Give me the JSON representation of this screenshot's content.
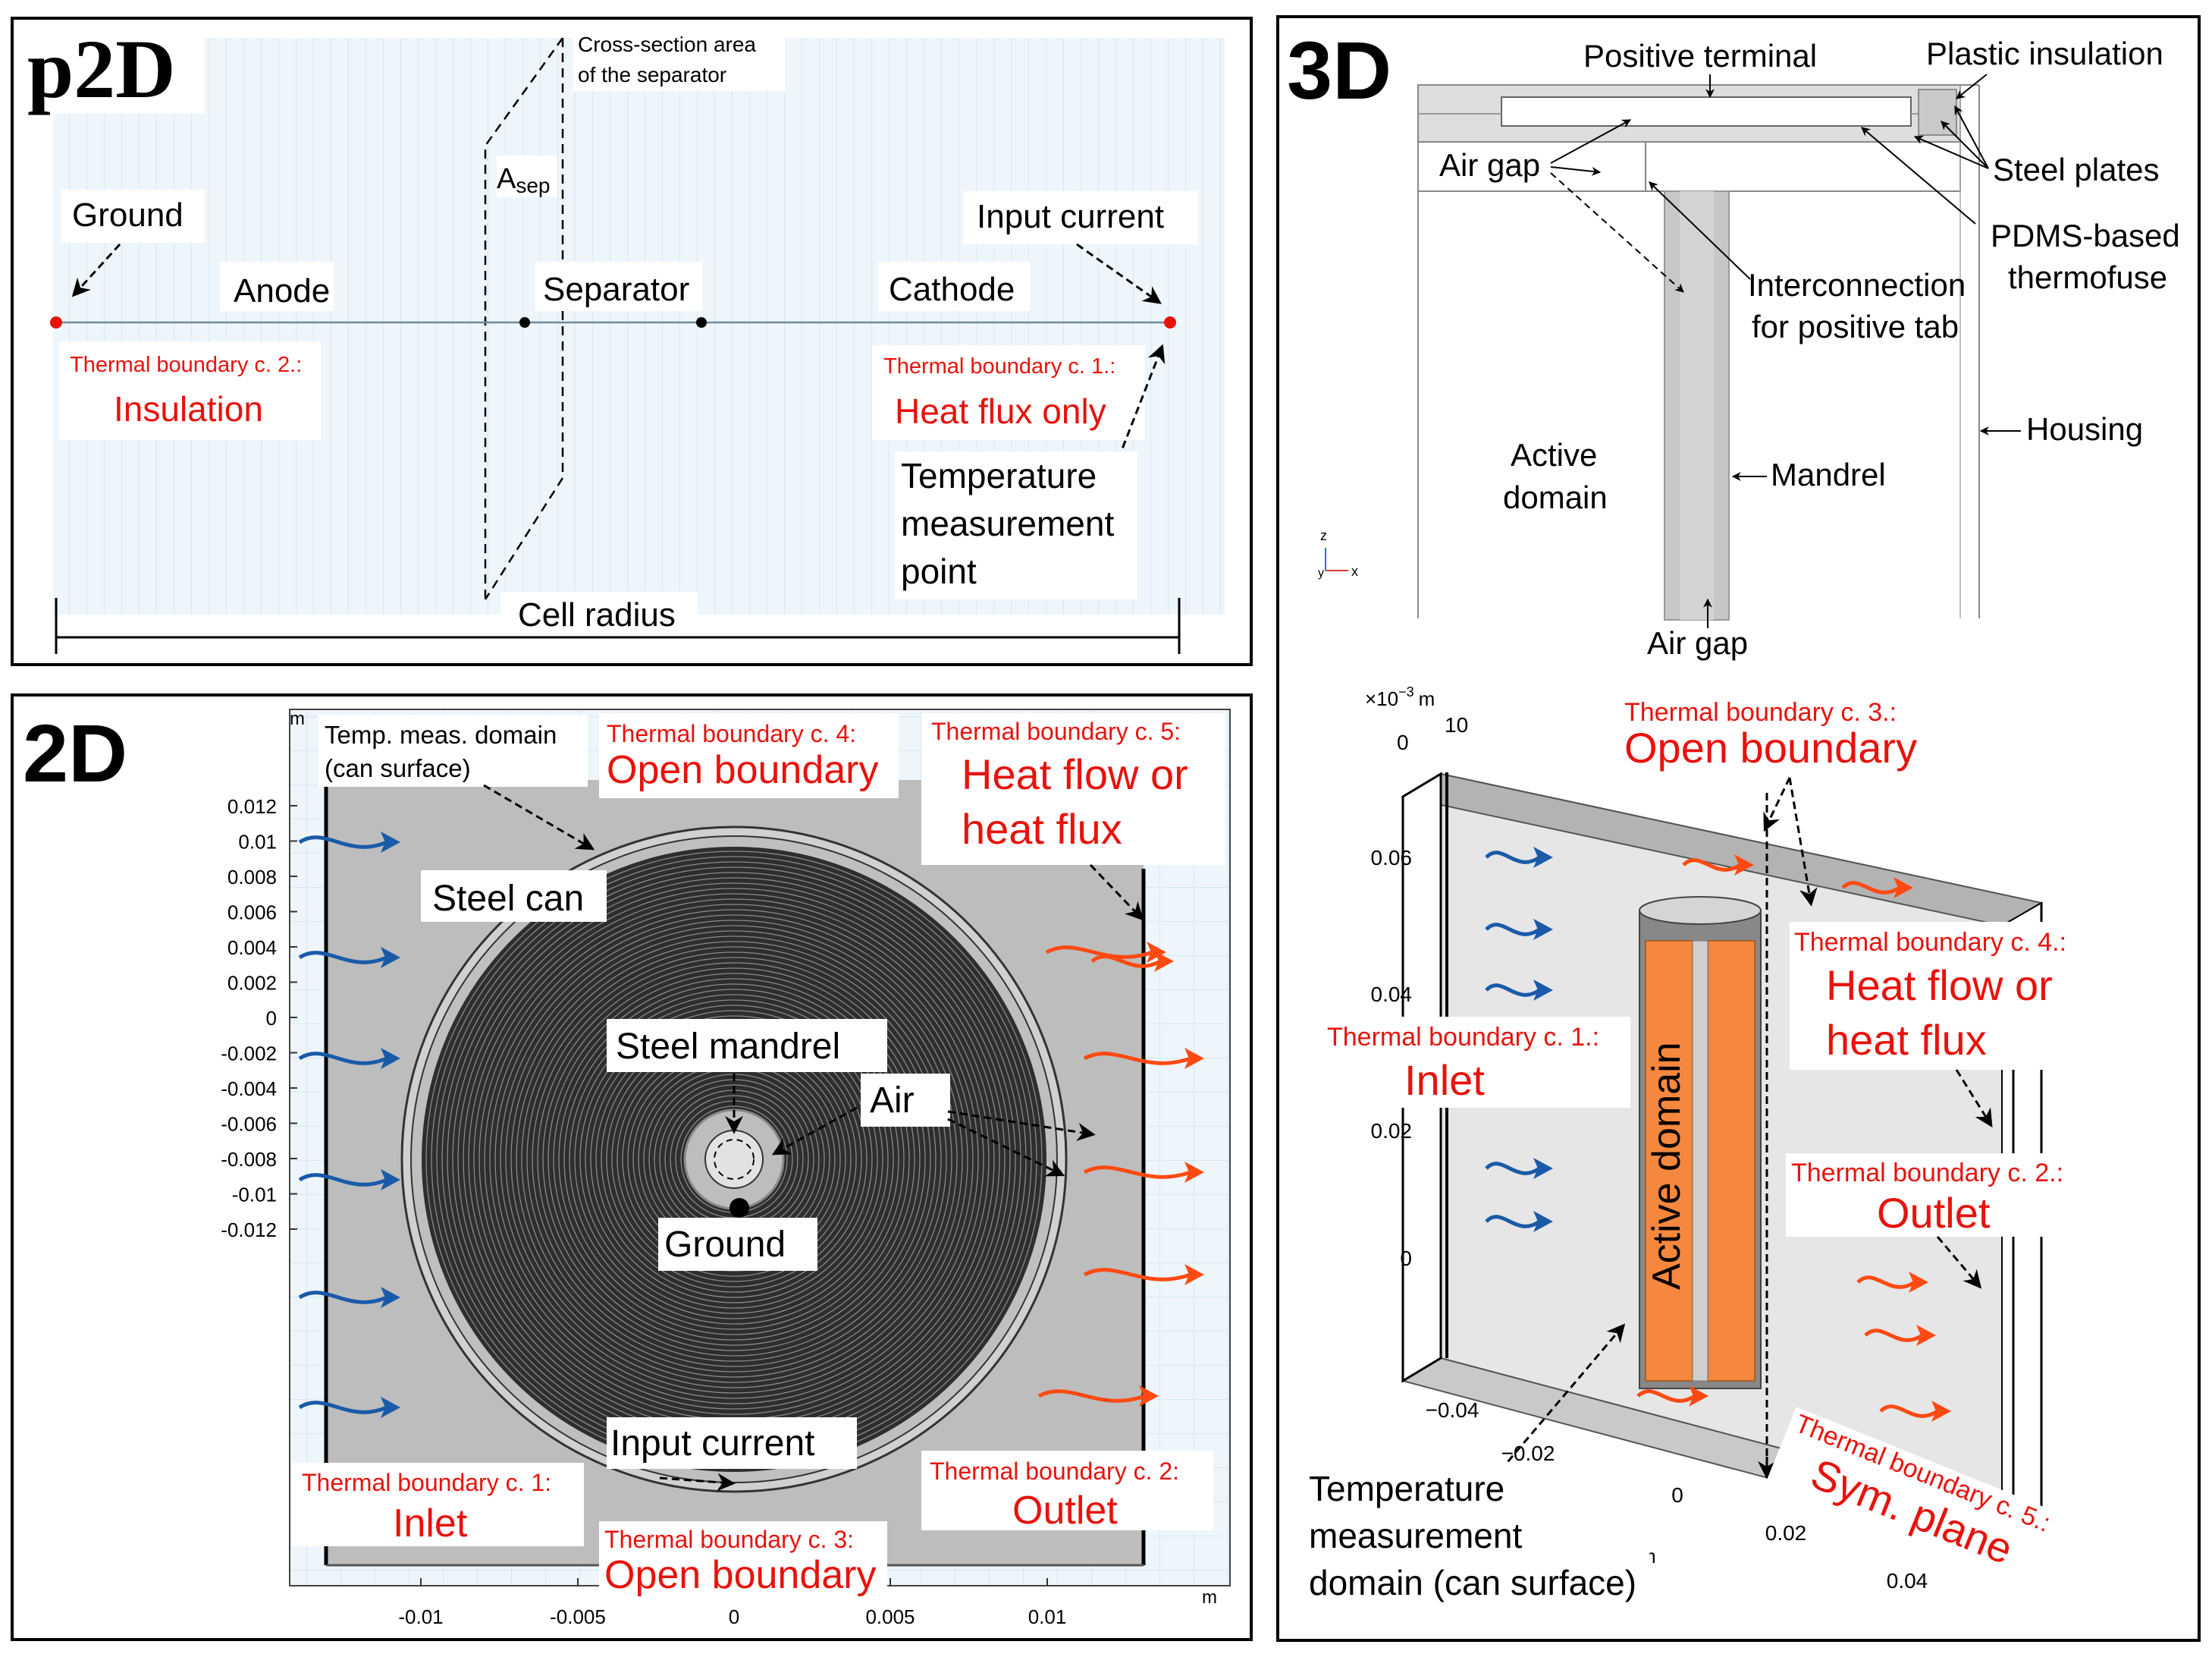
{
  "colors": {
    "red": "#e8120c",
    "blue": "#1a5aa8",
    "orange_arrow": "#ff4a12",
    "grid_bg": "#eef6fb",
    "gray_fill": "#bdbdbd",
    "active_orange": "#f5883e"
  },
  "p2d": {
    "panel_label": "p2D",
    "ground": "Ground",
    "input_current": "Input current",
    "anode": "Anode",
    "separator": "Separator",
    "cathode": "Cathode",
    "cross_section_line1": "Cross-section area",
    "cross_section_line2": "of the separator",
    "asep_main": "A",
    "asep_sub": "sep",
    "tb2_title": "Thermal boundary c. 2.:",
    "tb2_value": "Insulation",
    "tb1_title": "Thermal boundary c. 1.:",
    "tb1_value": "Heat flux only",
    "temp_meas_line1": "Temperature",
    "temp_meas_line2": "measurement",
    "temp_meas_line3": "point",
    "cell_radius": "Cell radius"
  },
  "d2": {
    "panel_label": "2D",
    "unit_m_top": "m",
    "unit_m_right": "m",
    "y_ticks": [
      "0.012",
      "0.01",
      "0.008",
      "0.006",
      "0.004",
      "0.002",
      "0",
      "-0.002",
      "-0.004",
      "-0.006",
      "-0.008",
      "-0.01",
      "-0.012"
    ],
    "x_ticks": [
      "-0.01",
      "-0.005",
      "0",
      "0.005",
      "0.01"
    ],
    "temp_meas_line1": "Temp. meas. domain",
    "temp_meas_line2": "(can surface)",
    "tb4_title": "Thermal boundary c. 4:",
    "tb4_value": "Open boundary",
    "tb5_title": "Thermal boundary c. 5:",
    "tb5_value_line1": "Heat flow or",
    "tb5_value_line2": "heat flux",
    "steel_can": "Steel can",
    "steel_mandrel": "Steel mandrel",
    "air": "Air",
    "ground": "Ground",
    "input_current": "Input current",
    "tb1_title": "Thermal boundary c. 1:",
    "tb1_value": "Inlet",
    "tb3_title": "Thermal boundary c. 3:",
    "tb3_value": "Open boundary",
    "tb2_title": "Thermal boundary c. 2:",
    "tb2_value": "Outlet"
  },
  "d3": {
    "panel_label": "3D",
    "positive_terminal": "Positive terminal",
    "plastic_insulation": "Plastic insulation",
    "air_gap_left": "Air gap",
    "steel_plates": "Steel plates",
    "pdms_line1": "PDMS-based",
    "pdms_line2": "thermofuse",
    "interconnection_line1": "Interconnection",
    "interconnection_line2": "for positive tab",
    "housing": "Housing",
    "active_domain_label_line1": "Active",
    "active_domain_label_line2": "domain",
    "mandrel": "Mandrel",
    "air_gap_bottom": "Air gap",
    "axis_z": "z",
    "axis_x": "x",
    "axis_y": "y",
    "scale_label": "×10",
    "scale_exp": "−3",
    "scale_unit": "m",
    "scale_10": "10",
    "scale_0": "0",
    "z_ticks": [
      "0.06",
      "0.04",
      "0.02",
      "0"
    ],
    "x_ticks": [
      "−0.04",
      "−0.02",
      "0",
      "0.02",
      "0.04"
    ],
    "m_bottom": "m",
    "tb3_title": "Thermal boundary c. 3.:",
    "tb3_value": "Open boundary",
    "tb4_title": "Thermal boundary c. 4.:",
    "tb4_value_line1": "Heat flow or",
    "tb4_value_line2": "heat flux",
    "tb1_title": "Thermal boundary c. 1.:",
    "tb1_value": "Inlet",
    "tb2_title": "Thermal boundary c. 2.:",
    "tb2_value": "Outlet",
    "active_domain_vertical": "Active domain",
    "tb5_title": "Thermal boundary c. 5.:",
    "tb5_value": "Sym. plane",
    "temp_meas_line1": "Temperature",
    "temp_meas_line2": "measurement",
    "temp_meas_line3": "domain (can surface)"
  }
}
